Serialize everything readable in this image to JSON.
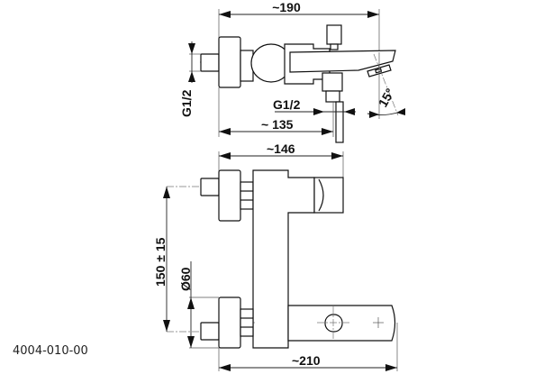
{
  "drawing": {
    "title": "Bath mixer technical drawing",
    "part_number": "4004-010-00",
    "top_view": {
      "overall_length": "~190",
      "connection_thread_left": "G1/2",
      "connection_thread_bottom": "G1/2",
      "outlet_distance": "~ 135",
      "spout_angle": "15°"
    },
    "front_view": {
      "width": "~146",
      "center_distance": "150 ± 15",
      "rosette_diameter": "Ø60",
      "overall_length": "~210"
    }
  }
}
